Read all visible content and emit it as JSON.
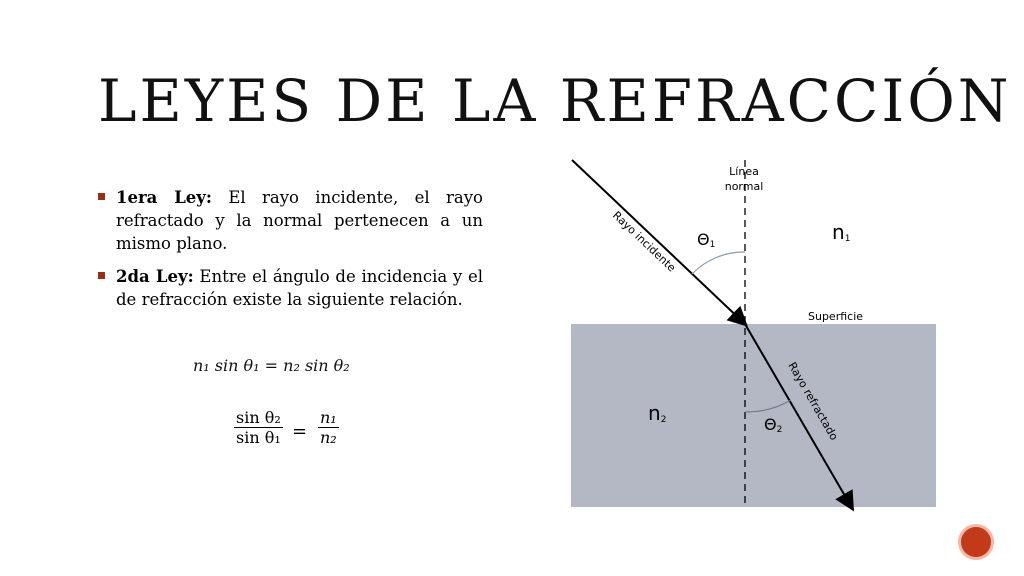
{
  "title": "LEYES DE LA REFRACCIÓN",
  "laws": [
    {
      "head": "1era Ley:",
      "text": " El rayo incidente, el rayo refractado y la normal pertenecen a un mismo plano."
    },
    {
      "head": "2da Ley:",
      "text": " Entre el ángulo de incidencia y el de refracción existe la siguiente relación."
    }
  ],
  "equations": {
    "snell": "n₁ sin θ₁ =  n₂ sin θ₂",
    "ratio": {
      "num_left": "sin θ₂",
      "den_left": "sin θ₁",
      "equals": "=",
      "num_right": "n₁",
      "den_right": "n₂"
    }
  },
  "diagram": {
    "normal_label_1": "Línea",
    "normal_label_2": "normal",
    "incident_label": "Rayo incidente",
    "refracted_label": "Rayo refractado",
    "surface_label": "Superficie",
    "medium1": "n",
    "medium1_sub": "1",
    "medium2": "n",
    "medium2_sub": "2",
    "angle1": "Θ",
    "angle1_sub": "1",
    "angle2": "Θ",
    "angle2_sub": "2",
    "medium2_color": "#b3b8c4"
  },
  "colors": {
    "bullet": "#9b2d14",
    "logo": "#c23a17"
  }
}
